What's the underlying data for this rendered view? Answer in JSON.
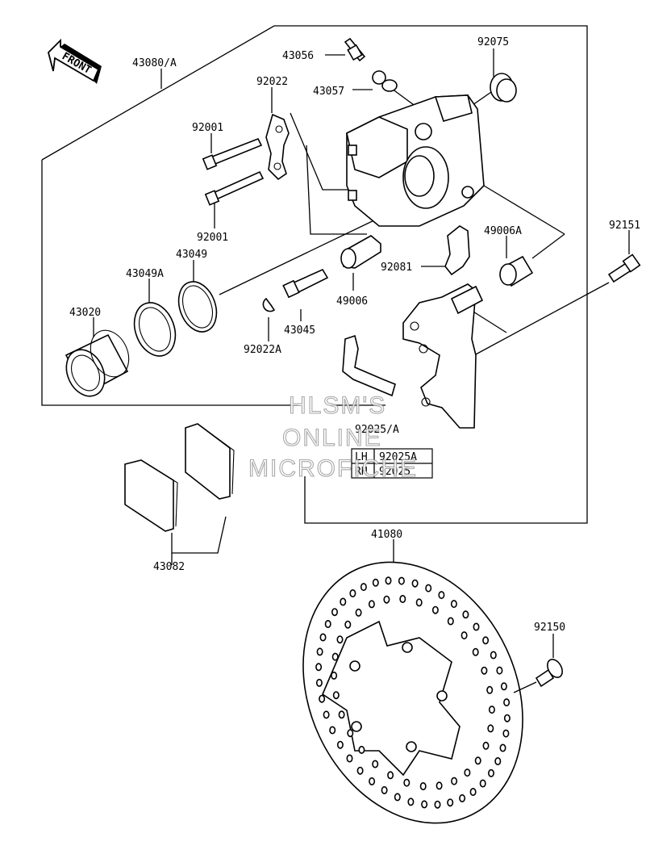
{
  "front_indicator": "FRONT",
  "parts": {
    "p43080A": "43080/A",
    "p43056": "43056",
    "p43057": "43057",
    "p92075": "92075",
    "p92022": "92022",
    "p92001a": "92001",
    "p92001b": "92001",
    "p43049": "43049",
    "p43049A": "43049A",
    "p43020": "43020",
    "p49006A": "49006A",
    "p92081": "92081",
    "p49006": "49006",
    "p43045": "43045",
    "p92022A": "92022A",
    "p92151": "92151",
    "p92025A": "92025/A",
    "p43082": "43082",
    "p41080": "41080",
    "p92150": "92150"
  },
  "legend": {
    "row1_side": "LH",
    "row1_part": "92025A",
    "row2_side": "RH",
    "row2_part": "92025"
  },
  "watermark": {
    "line1": "HLSM'S",
    "line2": "ONLINE",
    "line3": "MICROFICHE"
  }
}
